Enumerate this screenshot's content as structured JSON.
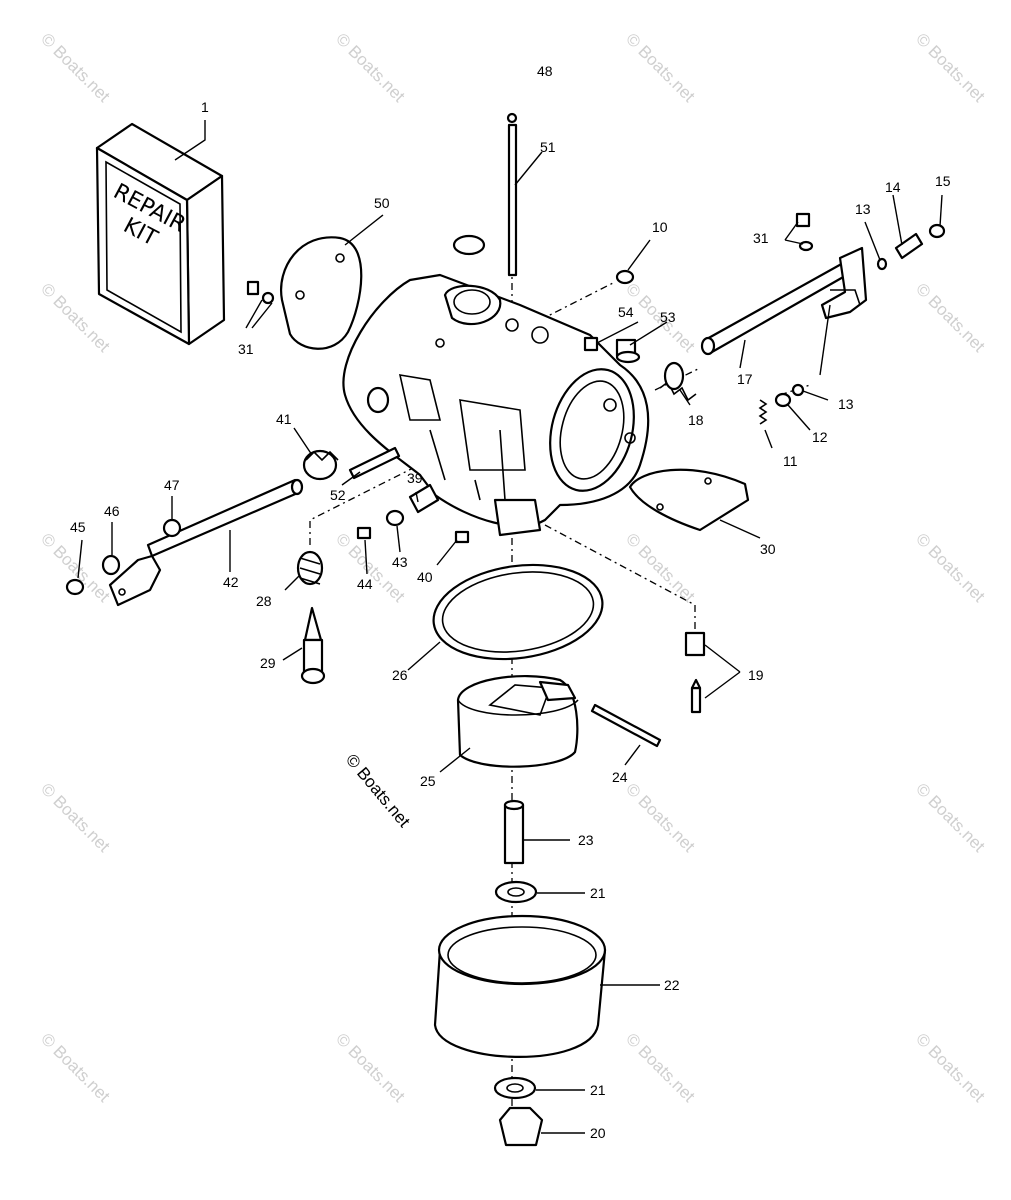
{
  "kit_label": {
    "line1": "REPAIR",
    "line2": "KIT"
  },
  "watermark": "© Boats.net",
  "part_labels": [
    {
      "id": "p1",
      "text": "1"
    },
    {
      "id": "p10",
      "text": "10"
    },
    {
      "id": "p11",
      "text": "11"
    },
    {
      "id": "p12",
      "text": "12"
    },
    {
      "id": "p13a",
      "text": "13"
    },
    {
      "id": "p13b",
      "text": "13"
    },
    {
      "id": "p14",
      "text": "14"
    },
    {
      "id": "p15",
      "text": "15"
    },
    {
      "id": "p17",
      "text": "17"
    },
    {
      "id": "p18",
      "text": "18"
    },
    {
      "id": "p19",
      "text": "19"
    },
    {
      "id": "p20",
      "text": "20"
    },
    {
      "id": "p21a",
      "text": "21"
    },
    {
      "id": "p21b",
      "text": "21"
    },
    {
      "id": "p22",
      "text": "22"
    },
    {
      "id": "p23",
      "text": "23"
    },
    {
      "id": "p24",
      "text": "24"
    },
    {
      "id": "p25",
      "text": "25"
    },
    {
      "id": "p26",
      "text": "26"
    },
    {
      "id": "p28",
      "text": "28"
    },
    {
      "id": "p29",
      "text": "29"
    },
    {
      "id": "p30",
      "text": "30"
    },
    {
      "id": "p31a",
      "text": "31"
    },
    {
      "id": "p31b",
      "text": "31"
    },
    {
      "id": "p39",
      "text": "39"
    },
    {
      "id": "p40",
      "text": "40"
    },
    {
      "id": "p41",
      "text": "41"
    },
    {
      "id": "p42",
      "text": "42"
    },
    {
      "id": "p43",
      "text": "43"
    },
    {
      "id": "p44",
      "text": "44"
    },
    {
      "id": "p45",
      "text": "45"
    },
    {
      "id": "p46",
      "text": "46"
    },
    {
      "id": "p47",
      "text": "47"
    },
    {
      "id": "p48",
      "text": "48"
    },
    {
      "id": "p50",
      "text": "50"
    },
    {
      "id": "p51",
      "text": "51"
    },
    {
      "id": "p52",
      "text": "52"
    },
    {
      "id": "p53",
      "text": "53"
    },
    {
      "id": "p54",
      "text": "54"
    }
  ]
}
